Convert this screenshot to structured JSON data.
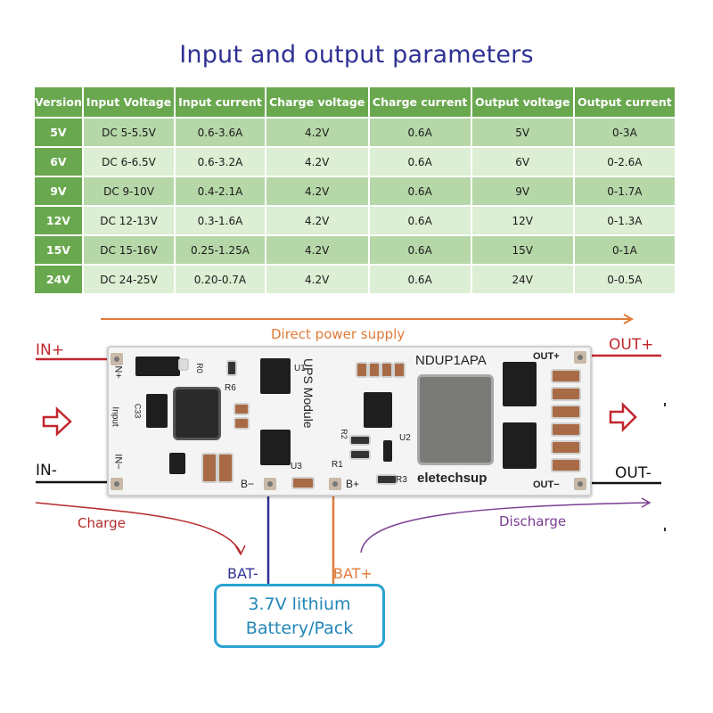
{
  "title": "Input and output parameters",
  "table": {
    "headers": [
      "Version",
      "Input Voltage",
      "Input current",
      "Charge voltage",
      "Charge current",
      "Output voltage",
      "Output current"
    ],
    "rows": [
      [
        "5V",
        "DC 5-5.5V",
        "0.6-3.6A",
        "4.2V",
        "0.6A",
        "5V",
        "0-3A"
      ],
      [
        "6V",
        "DC 6-6.5V",
        "0.6-3.2A",
        "4.2V",
        "0.6A",
        "6V",
        "0-2.6A"
      ],
      [
        "9V",
        "DC 9-10V",
        "0.4-2.1A",
        "4.2V",
        "0.6A",
        "9V",
        "0-1.7A"
      ],
      [
        "12V",
        "DC 12-13V",
        "0.3-1.6A",
        "4.2V",
        "0.6A",
        "12V",
        "0-1.3A"
      ],
      [
        "15V",
        "DC 15-16V",
        "0.25-1.25A",
        "4.2V",
        "0.6A",
        "15V",
        "0-1A"
      ],
      [
        "24V",
        "DC 24-25V",
        "0.20-0.7A",
        "4.2V",
        "0.6A",
        "24V",
        "0-0.5A"
      ]
    ]
  },
  "diagram": {
    "direct_supply_label": "Direct power supply",
    "in_plus": "IN+",
    "in_minus": "IN-",
    "out_plus": "OUT+",
    "out_minus": "OUT-",
    "charge_label": "Charge",
    "discharge_label": "Discharge",
    "bat_minus": "BAT-",
    "bat_plus": "BAT+",
    "battery_line1": "3.7V lithium",
    "battery_line2": "Battery/Pack"
  },
  "board": {
    "model": "NDUP1APA",
    "brand": "eletechsup",
    "module_name": "UPS Module",
    "silk_in_plus": "IN+",
    "silk_in_minus": "IN−",
    "silk_input": "Input",
    "silk_out_plus": "OUT+",
    "silk_out_minus": "OUT−",
    "silk_b_minus": "B−",
    "silk_b_plus": "B+",
    "silk_refs": {
      "u1": "U1",
      "u2": "U2",
      "u3": "U3",
      "r0": "R0",
      "r1": "R1",
      "r2": "R2",
      "r3": "R3",
      "r6": "R6",
      "c33": "C33"
    }
  },
  "colors": {
    "title": "#2e3192",
    "header_green": "#6aa84f",
    "row_dark": "#b6d7a8",
    "row_light": "#dceed3",
    "direct_supply": "#e07b39",
    "input_red": "#c1272d",
    "discharge_purple": "#7a3d91",
    "bat_minus_blue": "#2e3192",
    "battery_box": "#29a3d1"
  }
}
